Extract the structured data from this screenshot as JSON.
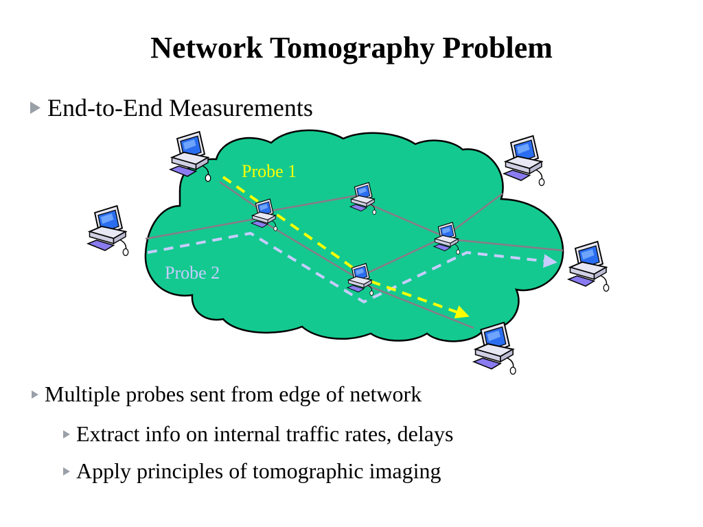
{
  "title": "Network Tomography Problem",
  "bullets": {
    "main": "End-to-End Measurements",
    "sub1": "Multiple probes sent from edge of network",
    "sub2": "Extract info on internal traffic rates, delays",
    "sub3": "Apply principles of tomographic imaging"
  },
  "diagram": {
    "probe1_label": "Probe 1",
    "probe2_label": "Probe 2",
    "colors": {
      "cloud": "#14c98f",
      "probe1": "#ffff00",
      "probe2": "#c8ccff",
      "link": "#8a7a8a",
      "bullet_arrow": "#9aa0a8"
    },
    "icons": [
      "computer-icon"
    ]
  }
}
